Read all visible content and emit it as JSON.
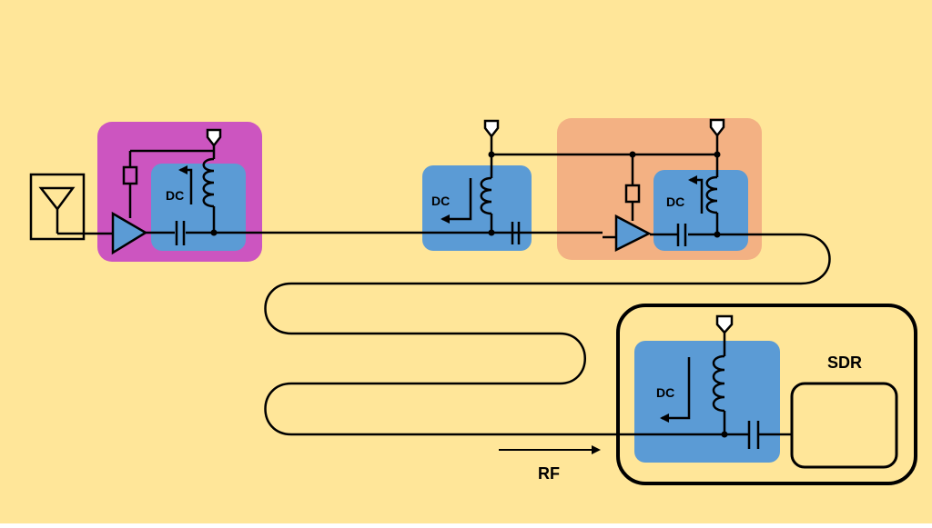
{
  "colors": {
    "background": "#FFE699",
    "lna_box": "#CC55C0",
    "line_amp_box": "#F3B183",
    "bias_tee": "#5B9BD5",
    "wire": "#000000"
  },
  "labels": {
    "dc": "DC",
    "rf": "RF",
    "sdr": "SDR"
  },
  "icons": {
    "antenna": "antenna-icon",
    "amplifier": "amplifier-triangle-icon",
    "inductor": "inductor-coil-icon",
    "capacitor": "capacitor-icon",
    "resistor": "resistor-icon",
    "supply": "supply-terminal-icon",
    "arrow": "arrow-icon"
  }
}
